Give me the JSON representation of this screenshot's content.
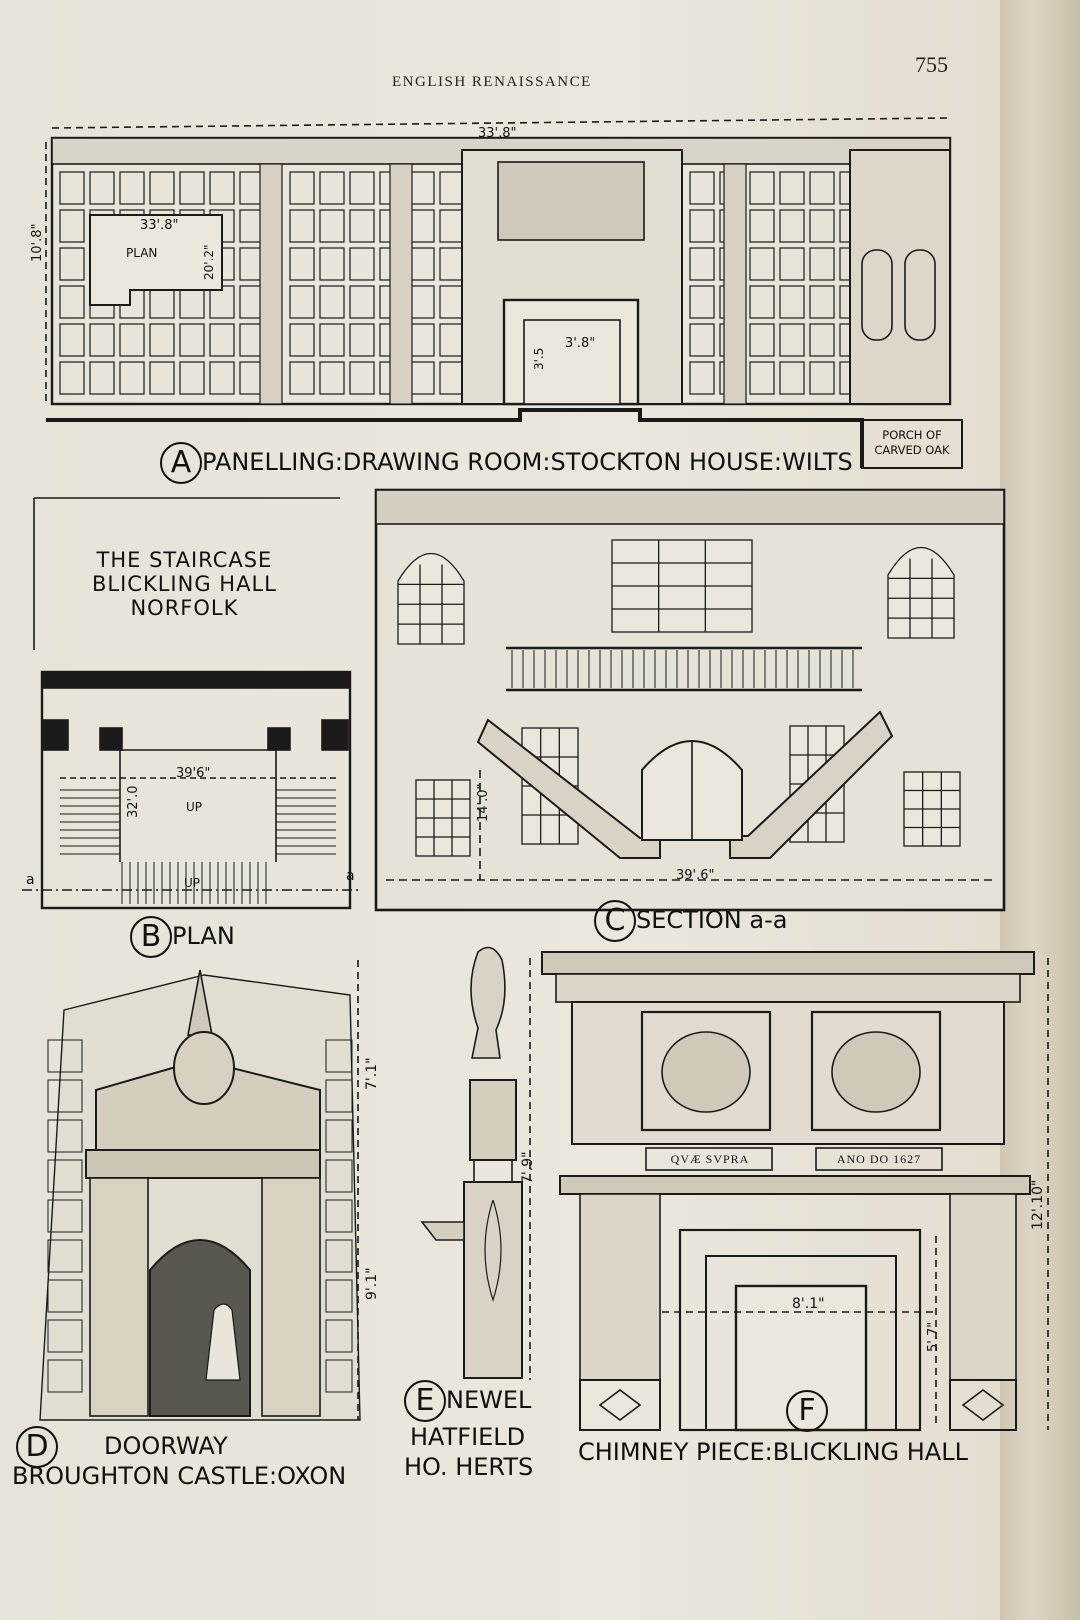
{
  "header": {
    "title": "ENGLISH RENAISSANCE",
    "page_number": "755"
  },
  "panel_a": {
    "letter": "A",
    "caption": "PANELLING:DRAWING ROOM:STOCKTON HOUSE:WILTS",
    "dim_width": "33'.8\"",
    "dim_height": "10'.8\"",
    "plan_label": "PLAN",
    "plan_width": "33'.8\"",
    "plan_depth": "20'.2\"",
    "door_width": "3'.8\"",
    "door_height": "3'.5",
    "porch_note": "PORCH OF CARVED OAK"
  },
  "panel_b": {
    "title_lines": [
      "THE STAIRCASE",
      "BLICKLING HALL",
      "NORFOLK"
    ],
    "letter": "B",
    "caption": "PLAN",
    "dim_width": "39'6\"",
    "dim_depth": "32'.0",
    "up_1": "UP",
    "up_2": "UP",
    "section_mark_left": "a",
    "section_mark_right": "a"
  },
  "panel_c": {
    "letter": "C",
    "caption": "SECTION a-a",
    "dim_width": "39'.6\"",
    "dim_height": "14'.0\""
  },
  "panel_d": {
    "letter": "D",
    "caption_line1": "DOORWAY",
    "caption_line2": "BROUGHTON CASTLE:OXON",
    "dim_upper": "7'.1\"",
    "dim_lower": "9'.1\""
  },
  "panel_e": {
    "letter": "E",
    "caption_lines": [
      "NEWEL",
      "HATFIELD",
      "HO. HERTS"
    ],
    "dim_height": "7'.9\""
  },
  "panel_f": {
    "letter": "F",
    "caption": "CHIMNEY PIECE:BLICKLING HALL",
    "inscription_1": "QVÆ SVPRA",
    "inscription_2": "ANO DO 1627",
    "dim_height": "12'.10\"",
    "dim_opening_width": "8'.1\"",
    "dim_opening_height": "5'.7\""
  }
}
